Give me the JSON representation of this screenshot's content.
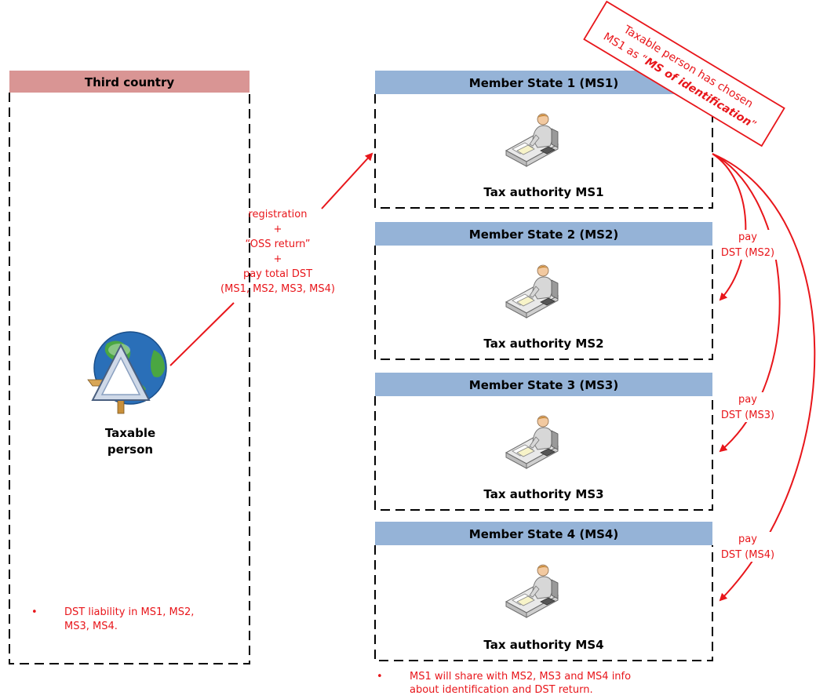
{
  "third_country": {
    "header": "Third country",
    "person_label_line1": "Taxable",
    "person_label_line2": "person",
    "bullet": "•",
    "note_line1": "DST liability in MS1, MS2,",
    "note_line2": "MS3, MS4."
  },
  "member_states": [
    {
      "header": "Member State 1 (MS1)",
      "authority": "Tax authority MS1"
    },
    {
      "header": "Member State 2 (MS2)",
      "authority": "Tax authority MS2"
    },
    {
      "header": "Member State 3 (MS3)",
      "authority": "Tax authority MS3"
    },
    {
      "header": "Member State 4 (MS4)",
      "authority": "Tax authority MS4"
    }
  ],
  "flow_label": {
    "l1": "registration",
    "l2": "+",
    "l3": "“OSS return”",
    "l4": "+",
    "l5": "pay total DST",
    "l6": "(MS1, MS2, MS3, MS4)"
  },
  "pay_labels": [
    {
      "l1": "pay",
      "l2": "DST (MS2)"
    },
    {
      "l1": "pay",
      "l2": "DST (MS3)"
    },
    {
      "l1": "pay",
      "l2": "DST (MS4)"
    }
  ],
  "stamp": {
    "line1": "Taxable person has chosen",
    "line2_a": "MS1 as “",
    "line2_b": "MS of identification",
    "line2_c": "”"
  },
  "bottom_note": {
    "bullet": "•",
    "line1": "MS1 will share with MS2, MS3 and MS4 info",
    "line2": "about identification and DST return."
  },
  "colors": {
    "third_country_header": "#d99594",
    "member_state_header": "#95b3d7",
    "arrow": "#e8161b"
  },
  "icons": [
    "globe-icon",
    "tax-official-desk-icon"
  ]
}
